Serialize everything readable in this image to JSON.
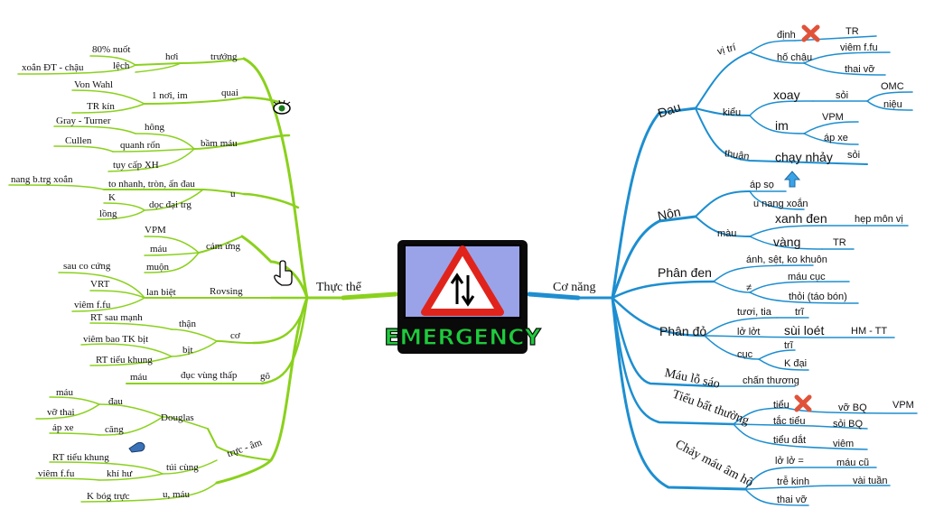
{
  "center": {
    "label": "EMERGENCY"
  },
  "left": {
    "root": "Thực thể",
    "branches": {
      "hoi": {
        "label": "hơi",
        "sub": "trướng",
        "items": [
          "80% nuốt",
          "lệch",
          "xoắn ĐT - chậu"
        ]
      },
      "quai": {
        "label": "1 nơi, im",
        "sub": "quai",
        "items": [
          "Von Wahl",
          "TR kín"
        ]
      },
      "bam": {
        "label": "bầm máu",
        "items": [
          "hông",
          "quanh rốn",
          "tụy cấp XH",
          "Gray - Turner",
          "Cullen"
        ]
      },
      "u": {
        "label": "u",
        "items": [
          "to nhanh, tròn, ấn đau",
          "dọc đại trg",
          "nang b.trg xoắn",
          "K",
          "lồng"
        ]
      },
      "cam": {
        "label": "cảm ứng",
        "items": [
          "VPM",
          "máu",
          "muộn"
        ]
      },
      "rov": {
        "label": "Rovsing",
        "items": [
          "sau co cứng",
          "lan biệt",
          "VRT",
          "viêm f.fu"
        ]
      },
      "co": {
        "label": "cơ",
        "items": [
          "thận",
          "bịt",
          "RT sau mạnh",
          "viêm bao TK bịt",
          "RT tiểu khung"
        ]
      },
      "go": {
        "label": "gõ",
        "items": [
          "máu",
          "đục vùng thấp"
        ]
      },
      "truc": {
        "label": "trực - âm",
        "douglas": "Douglas",
        "dau": "đau",
        "cang": "căng",
        "tuicung": "túi cùng",
        "khiHu": "khí hư",
        "uMau": "u, máu",
        "items": [
          "máu",
          "vỡ thai",
          "áp xe",
          "RT tiểu khung",
          "viêm f.fu",
          "K bóg trực"
        ]
      }
    }
  },
  "right": {
    "root": "Cơ năng",
    "dau": {
      "label": "Đau",
      "vitri": "vị trí",
      "dinh": "định",
      "TR": "TR",
      "hochau": "hố chậu",
      "viemf": "viêm f.fu",
      "thaivo": "thai vỡ",
      "kieu": "kiểu",
      "xoay": "xoay",
      "soi": "sỏi",
      "omc": "OMC",
      "nieu": "niệu",
      "im": "im",
      "vpm": "VPM",
      "apxe": "áp xe",
      "thuan": "thuận",
      "chaynhay": "chạy nhảy",
      "soi2": "sỏi"
    },
    "non": {
      "label": "Nôn",
      "apso": "áp sọ",
      "unang": "u nang xoắn",
      "mau": "màu",
      "xanh": "xanh đen",
      "hep": "hẹp môn vị",
      "vang": "vàng",
      "tr": "TR"
    },
    "phanden": {
      "label": "Phân đen",
      "anh": "ánh, sệt, ko khuôn",
      "neq": "≠",
      "maucuc": "máu cục",
      "thoi": "thỏi (táo bón)"
    },
    "phando": {
      "label": "Phân đỏ",
      "tuoi": "tươi, tia",
      "tri": "trĩ",
      "loloet": "lở lởt",
      "suiloet": "sùi loét",
      "hm": "HM - TT",
      "cuc": "cục",
      "tri2": "trĩ",
      "kdai": "K đại"
    },
    "maulo": {
      "label": "Máu lỗ sáo",
      "chan": "chấn thương"
    },
    "tieu": {
      "label": "Tiểu bất thường",
      "tieu": "tiểu",
      "vobq": "vỡ BQ",
      "vpm": "VPM",
      "tac": "tắc tiểu",
      "soibq": "sỏi BQ",
      "dat": "tiểu dắt",
      "viem": "viêm"
    },
    "chay": {
      "label": "Chảy máu âm hộ",
      "lolo": "lở lở =",
      "maucu": "máu cũ",
      "tre": "trễ kinh",
      "vai": "vài tuần",
      "thai": "thai vỡ"
    }
  },
  "colors": {
    "left": "#8ad11c",
    "right": "#1d8ed0",
    "emergency_text": "#1ecb3c",
    "sign": "#e0241c",
    "panel": "#9aa3e8"
  }
}
